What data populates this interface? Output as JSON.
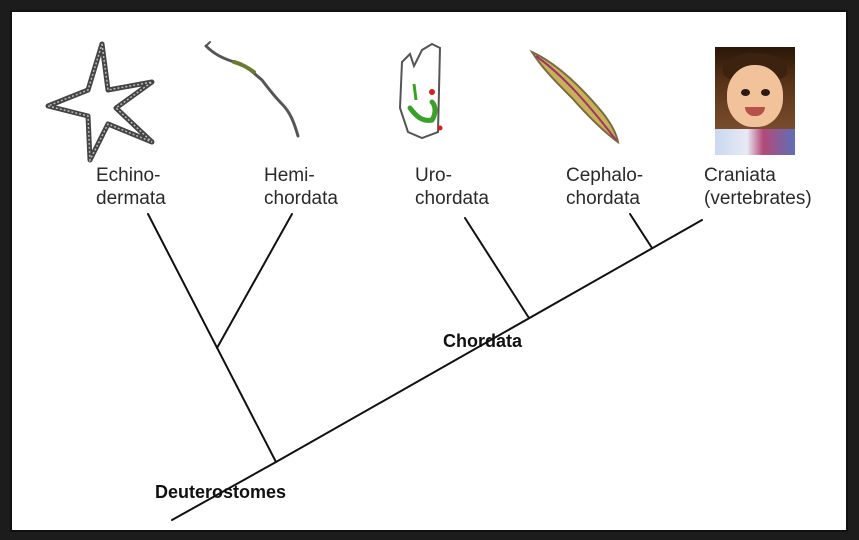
{
  "taxa": {
    "echinodermata": [
      "Echino-",
      "dermata"
    ],
    "hemichordata": [
      "Hemi-",
      "chordata"
    ],
    "urochordata": [
      "Uro-",
      "chordata"
    ],
    "cephalochordata": [
      "Cephalo-",
      "chordata"
    ],
    "craniata": [
      "Craniata",
      "(vertebrates)"
    ]
  },
  "clades": {
    "chordata": "Chordata",
    "deuterostomes": "Deuterostomes"
  },
  "illustrations": [
    "starfish-icon",
    "acorn-worm-icon",
    "tunicate-icon",
    "lancelet-icon",
    "child-photo"
  ],
  "colors": {
    "line": "#111111",
    "text": "#2a2a2a",
    "frame": "#111111"
  }
}
